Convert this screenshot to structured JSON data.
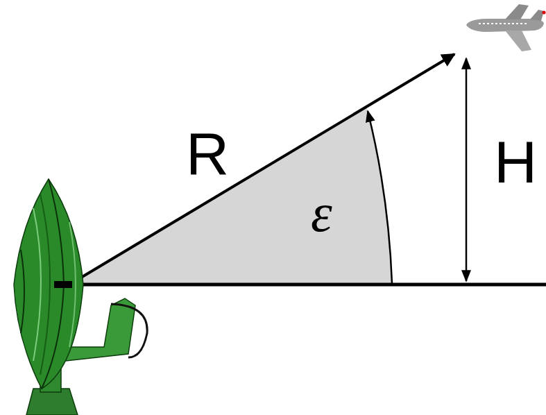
{
  "diagram": {
    "labels": [
      "R",
      "ε",
      "H"
    ]
  }
}
